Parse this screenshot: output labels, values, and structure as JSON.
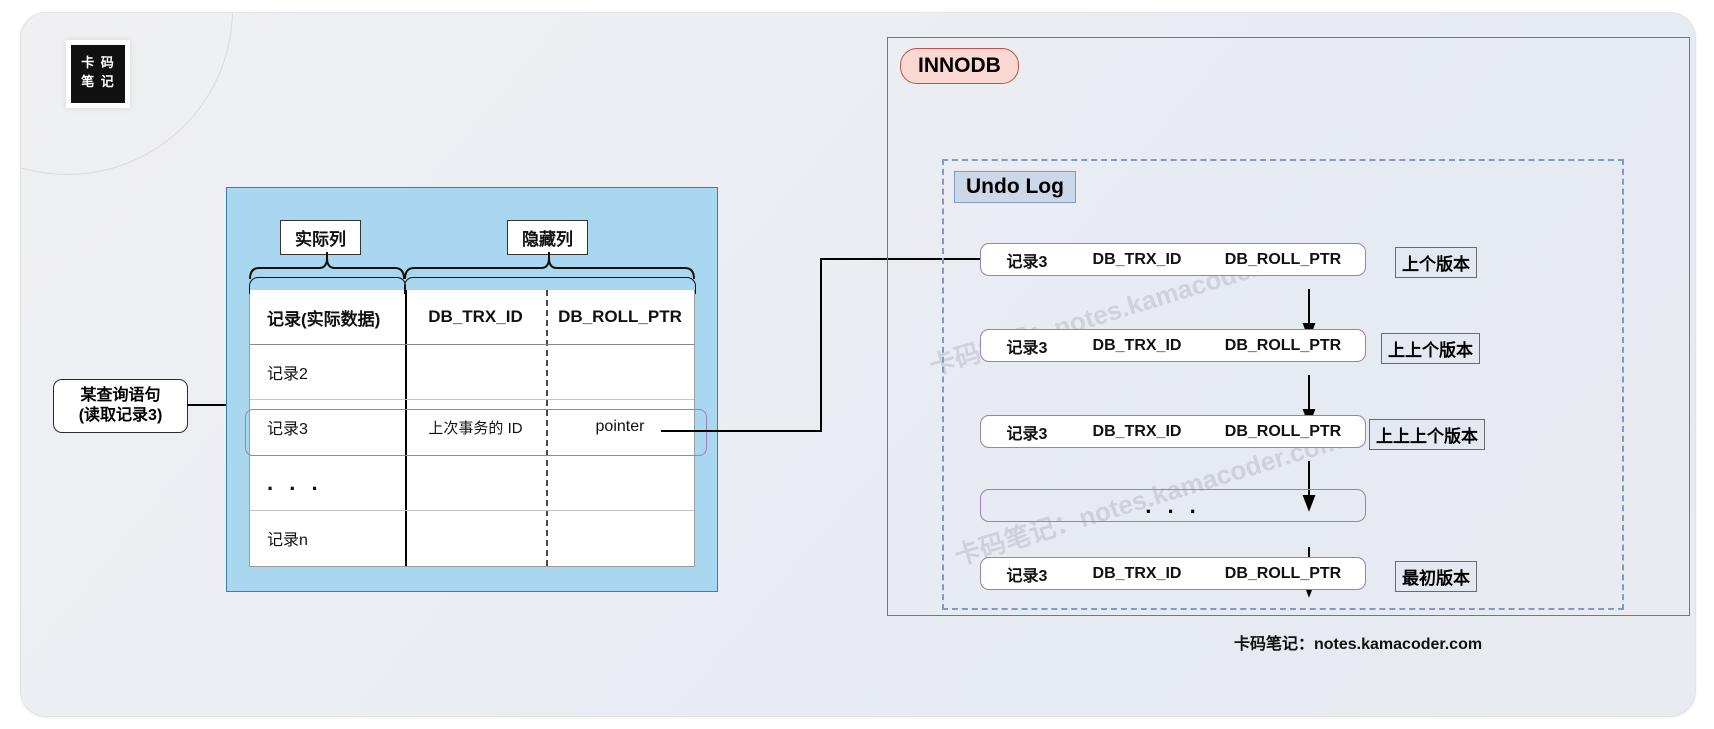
{
  "logo": {
    "line1": "卡 码",
    "line2": "笔 记"
  },
  "query": {
    "line1": "某查询语句",
    "line2": "(读取记录3)"
  },
  "table_panel": {
    "tag_real": "实际列",
    "tag_hidden": "隐藏列",
    "columns": [
      "记录(实际数据)",
      "DB_TRX_ID",
      "DB_ROLL_PTR"
    ],
    "rows": [
      {
        "c1": "记录2",
        "c2": "",
        "c3": ""
      },
      {
        "c1": "记录3",
        "c2": "上次事务的 ID",
        "c3": "pointer"
      },
      {
        "c1": ". . .",
        "c2": "",
        "c3": ""
      },
      {
        "c1": "记录n",
        "c2": "",
        "c3": ""
      }
    ]
  },
  "innodb": {
    "badge": "INNODB",
    "undo_title": "Undo Log",
    "undo_rows": [
      {
        "record": "记录3",
        "trx": "DB_TRX_ID",
        "ptr": "DB_ROLL_PTR",
        "version": "上个版本",
        "empty": false
      },
      {
        "record": "记录3",
        "trx": "DB_TRX_ID",
        "ptr": "DB_ROLL_PTR",
        "version": "上上个版本",
        "empty": false
      },
      {
        "record": "记录3",
        "trx": "DB_TRX_ID",
        "ptr": "DB_ROLL_PTR",
        "version": "上上上个版本",
        "empty": false
      },
      {
        "record": ". . .",
        "trx": "",
        "ptr": "",
        "version": "",
        "empty": true
      },
      {
        "record": "记录3",
        "trx": "DB_TRX_ID",
        "ptr": "DB_ROLL_PTR",
        "version": "最初版本",
        "empty": false
      }
    ]
  },
  "footer": "卡码笔记：notes.kamacoder.com",
  "watermarks": [
    "卡码笔记：notes.kamacoder.com",
    "卡码笔记",
    "卡码笔记：notes.kamacoder.com",
    "卡码笔记"
  ],
  "colors": {
    "panel_blue": "#a9d7ef",
    "panel_blue_border": "#3c7fa8",
    "innodb_border": "#c05a55",
    "innodb_badge_fill": "#fbd9d2",
    "undo_dash": "#7d9ac8",
    "row_purple": "#9b7fb5",
    "card_bg": "#eceef3"
  }
}
